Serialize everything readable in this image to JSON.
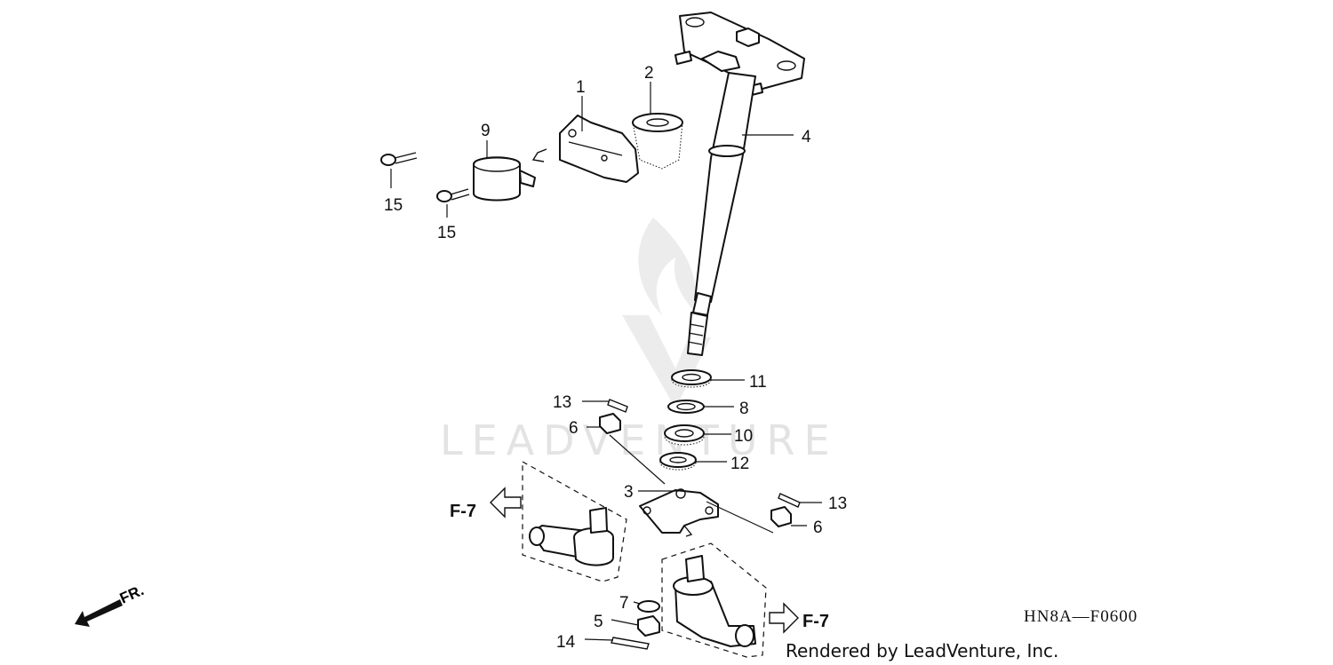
{
  "watermark": "LEADVENTURE",
  "diagram_code": "HN8A—F0600",
  "credit": "Rendered by LeadVenture, Inc.",
  "front_marker": "FR.",
  "ref_left": "F-7",
  "ref_right": "F-7",
  "callouts": {
    "c1": "1",
    "c2": "2",
    "c3": "3",
    "c4": "4",
    "c5": "5",
    "c6a": "6",
    "c6b": "6",
    "c7": "7",
    "c8": "8",
    "c9": "9",
    "c10": "10",
    "c11": "11",
    "c12": "12",
    "c13a": "13",
    "c13b": "13",
    "c14": "14",
    "c15a": "15",
    "c15b": "15"
  }
}
